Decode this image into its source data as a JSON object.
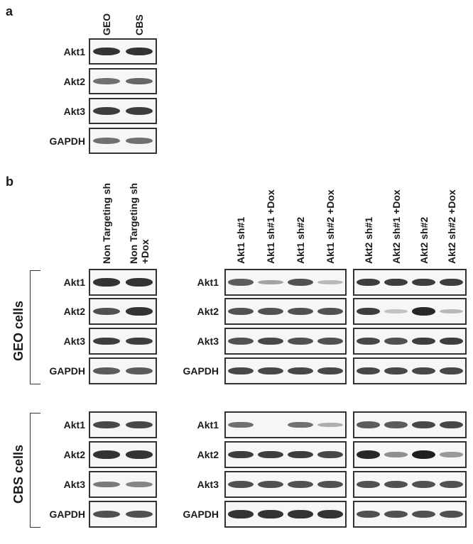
{
  "panel_a": {
    "letter": "a",
    "lanes": [
      "GEO",
      "CBS"
    ],
    "rows": [
      "Akt1",
      "Akt2",
      "Akt3",
      "GAPDH"
    ]
  },
  "panel_b": {
    "letter": "b",
    "groups": [
      {
        "id": "control",
        "lanes": [
          "Non Targeting sh",
          "Non Targeting sh +Dox"
        ]
      },
      {
        "id": "akt1",
        "lanes": [
          "Akt1 sh#1",
          "Akt1 sh#1 +Dox",
          "Akt1 sh#2",
          "Akt1 sh#2 +Dox"
        ]
      },
      {
        "id": "akt2",
        "lanes": [
          "Akt2 sh#1",
          "Akt2 sh#1 +Dox",
          "Akt2 sh#2",
          "Akt2 sh#2 +Dox"
        ]
      }
    ],
    "row_labels": [
      "Akt1",
      "Akt2",
      "Akt3",
      "GAPDH"
    ],
    "cell_lines": [
      {
        "name": "GEO cells",
        "bands": {
          "control": [
            [
              0.9,
              0.9
            ],
            [
              0.75,
              0.9
            ],
            [
              0.85,
              0.85
            ],
            [
              0.7,
              0.7
            ]
          ],
          "akt1": [
            [
              0.7,
              0.35,
              0.75,
              0.25
            ],
            [
              0.75,
              0.75,
              0.75,
              0.75
            ],
            [
              0.75,
              0.8,
              0.75,
              0.75
            ],
            [
              0.8,
              0.8,
              0.8,
              0.8
            ]
          ],
          "akt2": [
            [
              0.85,
              0.85,
              0.85,
              0.85
            ],
            [
              0.85,
              0.2,
              0.95,
              0.25
            ],
            [
              0.8,
              0.75,
              0.85,
              0.85
            ],
            [
              0.8,
              0.8,
              0.8,
              0.8
            ]
          ]
        }
      },
      {
        "name": "CBS cells",
        "bands": {
          "control": [
            [
              0.8,
              0.8
            ],
            [
              0.9,
              0.9
            ],
            [
              0.55,
              0.5
            ],
            [
              0.75,
              0.75
            ]
          ],
          "akt1": [
            [
              0.6,
              0.0,
              0.6,
              0.3
            ],
            [
              0.85,
              0.85,
              0.85,
              0.8
            ],
            [
              0.75,
              0.75,
              0.75,
              0.75
            ],
            [
              0.9,
              0.9,
              0.9,
              0.9
            ]
          ],
          "akt2": [
            [
              0.7,
              0.7,
              0.8,
              0.8
            ],
            [
              0.95,
              0.45,
              1.0,
              0.4
            ],
            [
              0.75,
              0.75,
              0.75,
              0.75
            ],
            [
              0.75,
              0.75,
              0.75,
              0.75
            ]
          ]
        }
      }
    ]
  },
  "panel_a_bands": [
    [
      0.9,
      0.9
    ],
    [
      0.6,
      0.65
    ],
    [
      0.85,
      0.85
    ],
    [
      0.6,
      0.6
    ]
  ]
}
